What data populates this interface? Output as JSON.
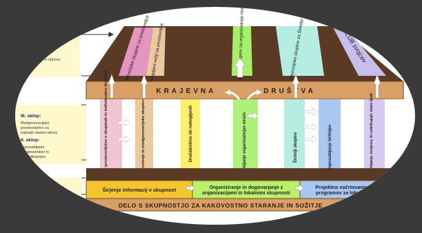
{
  "roof": {
    "labels": [
      "Intervizijske skupine za prostovoljce",
      "Okrepljeni večji za prostovoljce",
      "Intervizijske skupine za organizatorje mrež",
      "Intervizijske skupine za Širitelje",
      "KLUB svojcev"
    ]
  },
  "beam": {
    "left": "KRAJEVNA",
    "right": "DRUŠTVA"
  },
  "pillars": [
    "Medgeneracijsko prostovoljstvo v skupinah in individualno druženje",
    "Druženje in medgeneracijske skupine",
    "Družabništvo ob nebogljenih",
    "Usposabljanje organizatorjev mreže",
    "Širitelji skupine",
    "Usposabljanje širiteljev",
    "Usposabljanje svojcev, ki oskrbujejo stare ljudi"
  ],
  "left_notes": {
    "top_fragment": "anje\nv in njihove",
    "sklop3_title": "III. sklop:",
    "sklop3_text": "Medgeneracijsko prostovoljstvo za trajnejši osebni odnos",
    "sklop2_title": "II. sklop:",
    "sklop2_text": "Usposabljanje posameznikov in multiplikatorjev"
  },
  "base": {
    "segments": [
      "Širjenje informacij v skupnost",
      "Organiziranje in dogovarjanje z organizacijami in lokalnimi skupnosti",
      "Projektno načrtovanje programov za lokalne"
    ],
    "footer": "DELO S SKUPNOSTJO ZA KAKOVOSTNO STARANJE IN SOŽITJE"
  },
  "colors": {
    "background": "#3a3a3a",
    "wood": "#5a3a24",
    "beam": "#d9a066",
    "pink": "#f2c5d2",
    "tan": "#ecc89e",
    "yellow": "#ffef6a",
    "green": "#aef07a",
    "cyan": "#b5ede2",
    "blue": "#a8c8f2",
    "lavender": "#d6c9f2"
  }
}
